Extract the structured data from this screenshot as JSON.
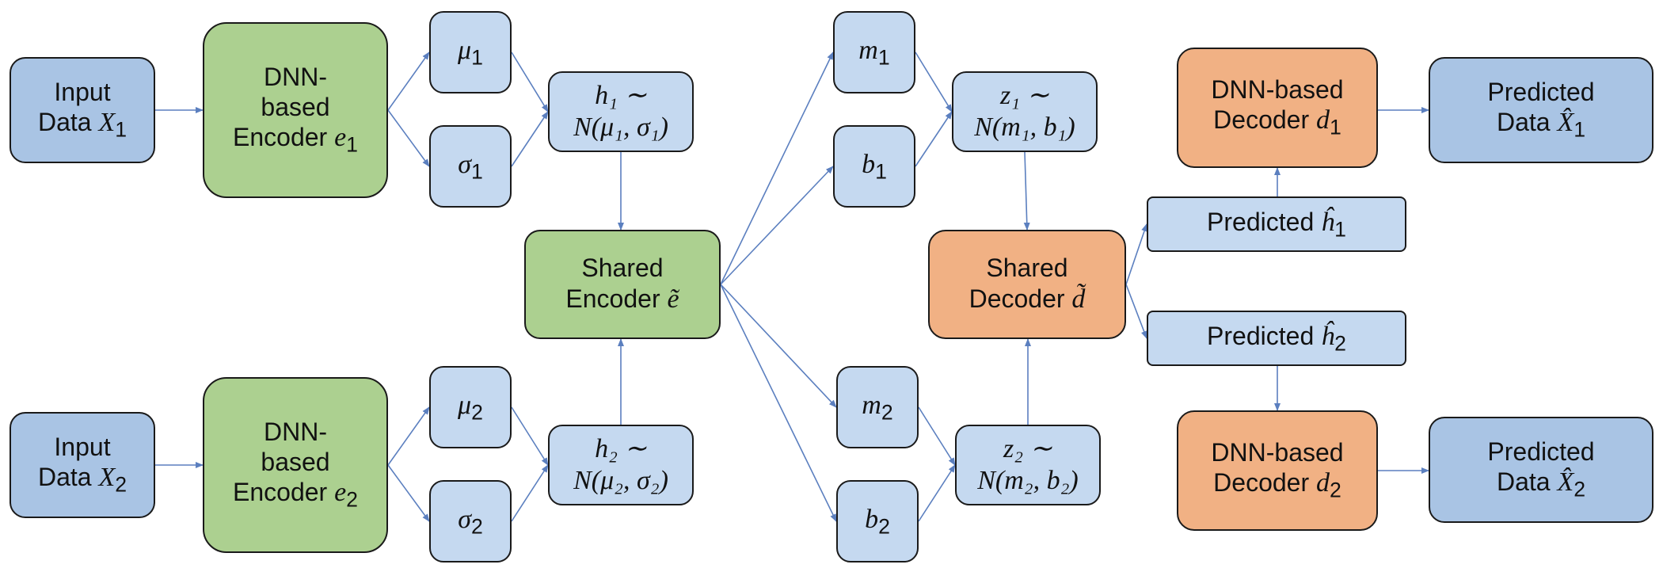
{
  "inputs": [
    {
      "label": "Input",
      "data_word": "Data",
      "symbol": "X",
      "sub": "1"
    },
    {
      "label": "Input",
      "data_word": "Data",
      "symbol": "X",
      "sub": "2"
    }
  ],
  "encoders": [
    {
      "line1": "DNN-",
      "line2": "based",
      "line3": "Encoder",
      "symbol": "e",
      "sub": "1"
    },
    {
      "line1": "DNN-",
      "line2": "based",
      "line3": "Encoder",
      "symbol": "e",
      "sub": "2"
    }
  ],
  "mu": [
    {
      "symbol": "μ",
      "sub": "1"
    },
    {
      "symbol": "μ",
      "sub": "2"
    }
  ],
  "sigma": [
    {
      "symbol": "σ",
      "sub": "1"
    },
    {
      "symbol": "σ",
      "sub": "2"
    }
  ],
  "h_dist": [
    {
      "line1": "h₁ ∼",
      "line2": "N(μ₁, σ₁)"
    },
    {
      "line1": "h₂ ∼",
      "line2": "N(μ₂, σ₂)"
    }
  ],
  "shared_encoder": {
    "line1": "Shared",
    "line2": "Encoder",
    "symbol": "ẽ"
  },
  "m": [
    {
      "symbol": "m",
      "sub": "1"
    },
    {
      "symbol": "m",
      "sub": "2"
    }
  ],
  "b": [
    {
      "symbol": "b",
      "sub": "1"
    },
    {
      "symbol": "b",
      "sub": "2"
    }
  ],
  "z_dist": [
    {
      "line1": "z₁ ∼",
      "line2": "N(m₁, b₁)"
    },
    {
      "line1": "z₂ ∼",
      "line2": "N(m₂, b₂)"
    }
  ],
  "shared_decoder": {
    "line1": "Shared",
    "line2": "Decoder",
    "symbol": "d̃"
  },
  "predicted_h": [
    {
      "label": "Predicted",
      "symbol": "ĥ",
      "sub": "1"
    },
    {
      "label": "Predicted",
      "symbol": "ĥ",
      "sub": "2"
    }
  ],
  "decoders": [
    {
      "line1": "DNN-based",
      "line2": "Decoder",
      "symbol": "d",
      "sub": "1"
    },
    {
      "line1": "DNN-based",
      "line2": "Decoder",
      "symbol": "d",
      "sub": "2"
    }
  ],
  "outputs": [
    {
      "label": "Predicted",
      "data_word": "Data",
      "symbol": "X̂",
      "sub": "1"
    },
    {
      "label": "Predicted",
      "data_word": "Data",
      "symbol": "X̂",
      "sub": "2"
    }
  ],
  "colors": {
    "io_box": "#a9c4e4",
    "param_box": "#c5d9f0",
    "encoder_box": "#acd090",
    "decoder_box": "#f1b184",
    "arrow": "#5b7fbf",
    "border": "#1a1a1a"
  }
}
